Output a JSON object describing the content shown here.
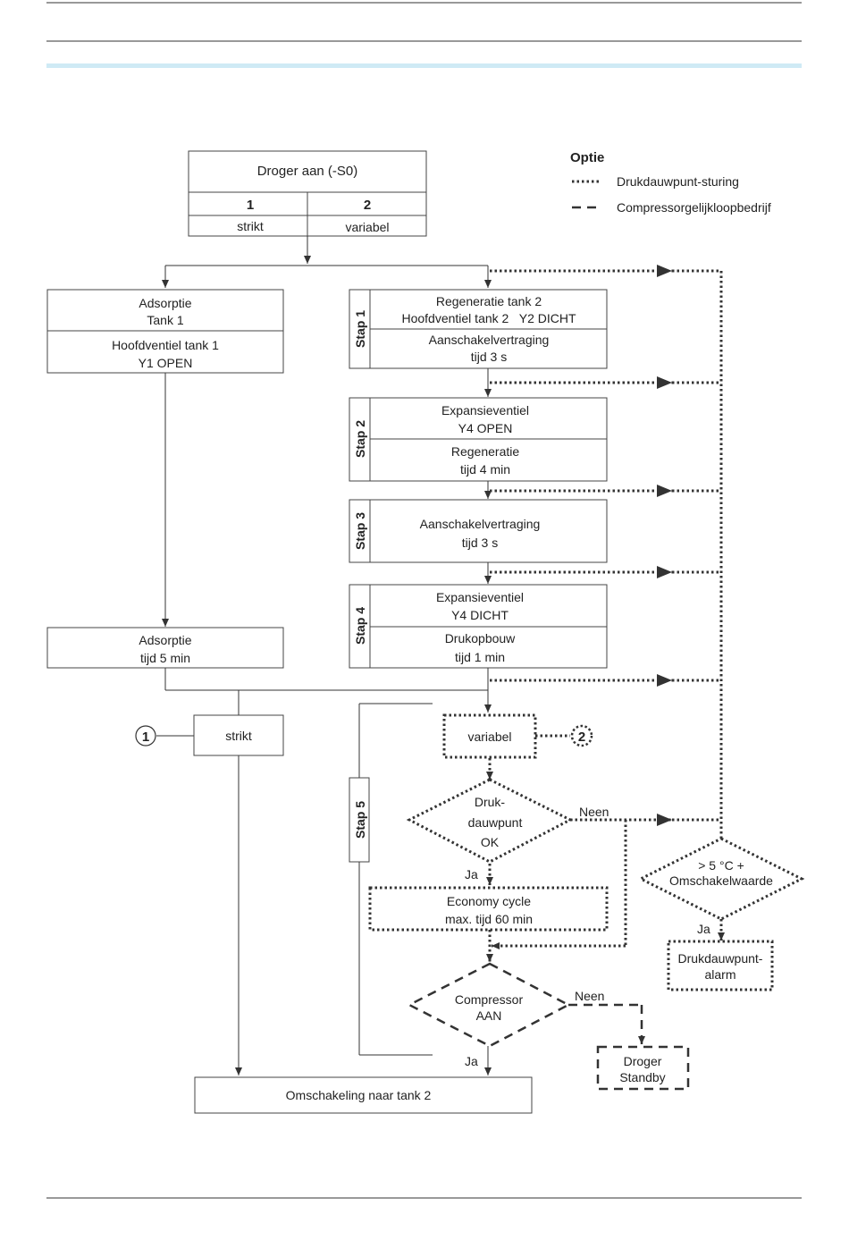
{
  "start_box": {
    "title": "Droger aan (-S0)",
    "col1_num": "1",
    "col1_label": "strikt",
    "col2_num": "2",
    "col2_label": "variabel"
  },
  "legend": {
    "title": "Optie",
    "dotted_label": "Drukdauwpunt-sturing",
    "dashed_label": "Compressorgelijkloopbedrijf"
  },
  "left": {
    "adsorptie_tank1": [
      "Adsorptie",
      "Tank 1"
    ],
    "hoofdventiel": [
      "Hoofdventiel tank 1",
      "Y1 OPEN"
    ],
    "adsorptie_tijd": [
      "Adsorptie",
      "tijd 5 min"
    ]
  },
  "steps": [
    {
      "label": "Stap 1",
      "top": [
        "Regeneratie tank 2",
        "Hoofdventiel tank 2   Y2 DICHT"
      ],
      "bottom": [
        "Aanschakelvertraging",
        "tijd 3 s"
      ]
    },
    {
      "label": "Stap 2",
      "top": [
        "Expansieventiel",
        "Y4 OPEN"
      ],
      "bottom": [
        "Regeneratie",
        "tijd 4 min"
      ]
    },
    {
      "label": "Stap 3",
      "top": [
        "Aanschakelvertraging",
        "tijd 3 s"
      ]
    },
    {
      "label": "Stap 4",
      "top": [
        "Expansieventiel",
        "Y4 DICHT"
      ],
      "bottom": [
        "Drukopbouw",
        "tijd 1 min"
      ]
    },
    {
      "label": "Stap 5"
    }
  ],
  "strikt": {
    "marker": "1",
    "label": "strikt"
  },
  "variabel": {
    "marker": "2",
    "label": "variabel"
  },
  "dewpoint_decision": {
    "lines": [
      "Druk-",
      "dauwpunt",
      "OK"
    ],
    "no": "Neen",
    "yes": "Ja"
  },
  "economy": [
    "Economy cycle",
    "max. tijd 60 min"
  ],
  "threshold_decision": {
    "lines": [
      "> 5 °C +",
      "Omschakelwaarde"
    ],
    "yes": "Ja"
  },
  "alarm": [
    "Drukdauwpunt-",
    "alarm"
  ],
  "compressor_decision": {
    "lines": [
      "Compressor",
      "AAN"
    ],
    "no": "Neen",
    "yes": "Ja"
  },
  "standby": [
    "Droger",
    "Standby"
  ],
  "switch_box": "Omschakeling naar tank 2",
  "colors": {
    "rule": "#333333",
    "accent_bar": "#cfeaf5",
    "ink": "#222222"
  }
}
